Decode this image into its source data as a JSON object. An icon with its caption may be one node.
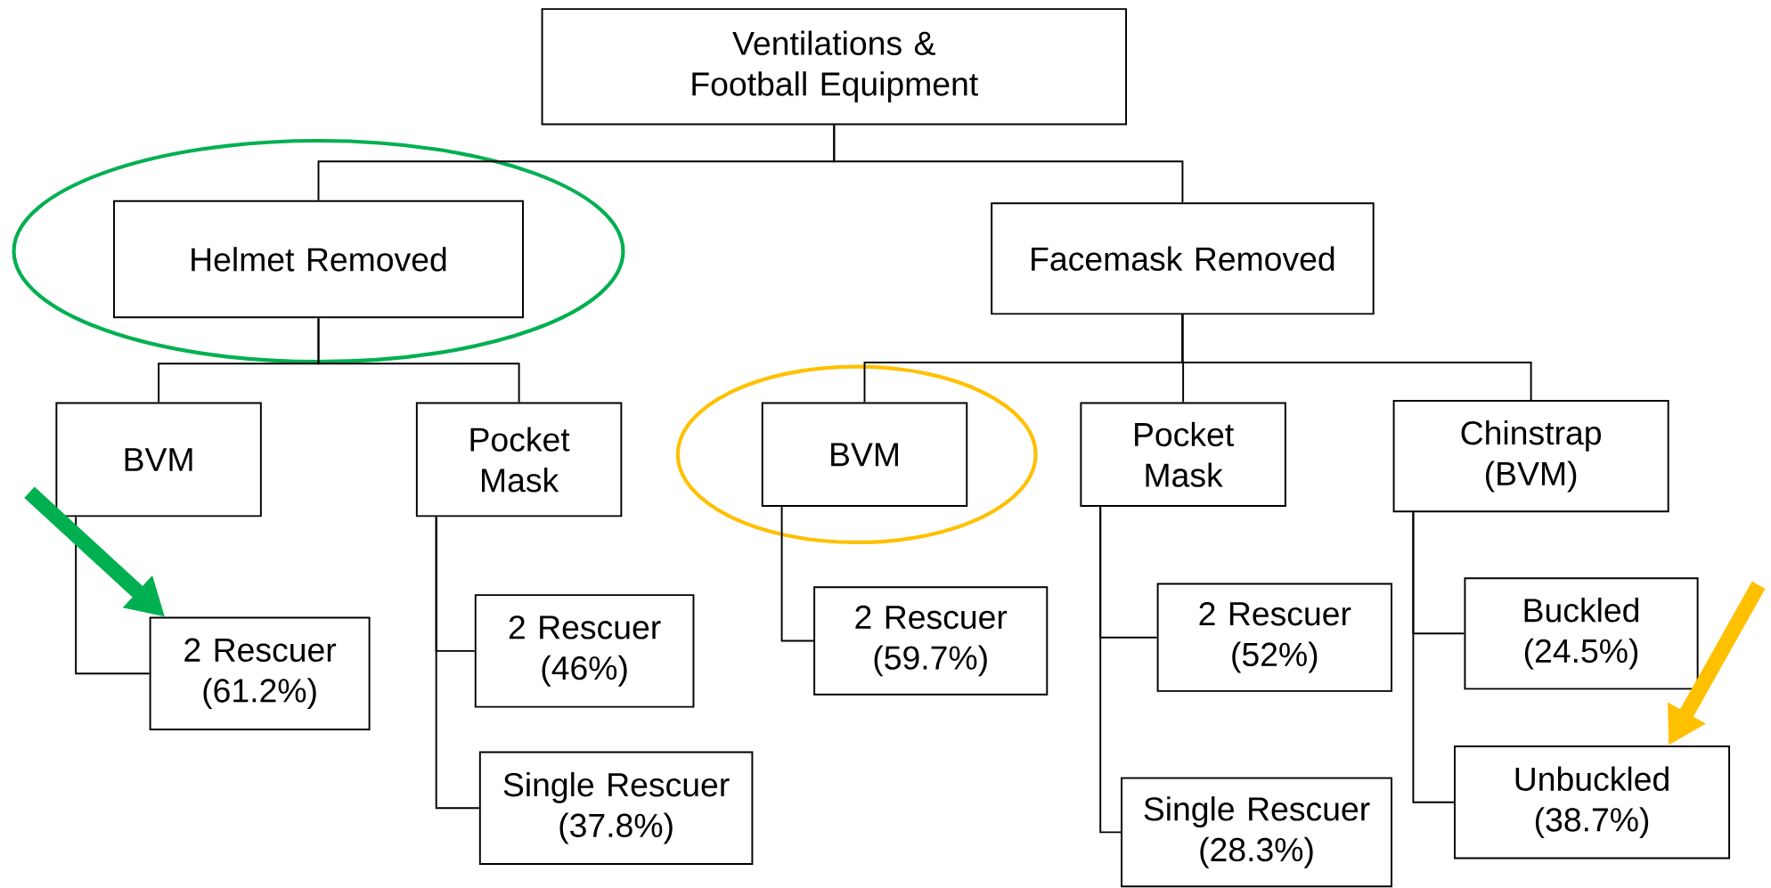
{
  "diagram": {
    "nodes": [
      {
        "text": [
          "Ventilations & Football Equipment"
        ]
      },
      {
        "text": [],
        "shape": "ellipse"
      },
      {
        "text": [
          "Helmet Removed"
        ],
        "in": 1
      },
      {
        "text": [
          "Facemask Removed"
        ]
      },
      {
        "text": [
          "BVM"
        ]
      },
      {
        "text": [
          "Pocket Mask"
        ]
      },
      {
        "text": [],
        "shape": "ellipse"
      },
      {
        "text": [
          "BVM"
        ],
        "in": 6
      },
      {
        "text": [
          "Pocket Mask"
        ]
      },
      {
        "text": [
          "Chinstrap (BVM)"
        ]
      },
      {
        "text": [
          "2 Rescuer (61.2%)"
        ]
      },
      {
        "text": [
          "2 Rescuer (46%)"
        ]
      },
      {
        "text": [
          "Single Rescuer (37.8%)"
        ]
      },
      {
        "text": [
          "2 Rescuer (59.7%)"
        ]
      },
      {
        "text": [
          "2 Rescuer (52%)"
        ]
      },
      {
        "text": [
          "Single Rescuer (28.3%)"
        ]
      },
      {
        "text": [
          "Buckled (24.5%)"
        ]
      },
      {
        "text": [
          "Unbuckled (38.7%)"
        ]
      }
    ],
    "edges": [
      {
        "from": 0,
        "to": 2,
        "arrow": "none"
      },
      {
        "from": 0,
        "to": 3,
        "arrow": "none"
      },
      {
        "from": 2,
        "to": 4,
        "arrow": "none"
      },
      {
        "from": 2,
        "to": 5,
        "arrow": "none"
      },
      {
        "from": 3,
        "to": 7,
        "arrow": "none"
      },
      {
        "from": 3,
        "to": 8,
        "arrow": "none"
      },
      {
        "from": 3,
        "to": 9,
        "arrow": "none"
      },
      {
        "from": 4,
        "to": 10,
        "arrow": "none"
      },
      {
        "from": 5,
        "to": 11,
        "arrow": "none"
      },
      {
        "from": 5,
        "to": 12,
        "arrow": "none"
      },
      {
        "from": 7,
        "to": 13,
        "arrow": "none"
      },
      {
        "from": 8,
        "to": 14,
        "arrow": "none"
      },
      {
        "from": 8,
        "to": 15,
        "arrow": "none"
      },
      {
        "from": 9,
        "to": 16,
        "arrow": "none"
      },
      {
        "from": 9,
        "to": 17,
        "arrow": "none"
      },
      {
        "from": null,
        "to": 10,
        "arrow": "to",
        "style": "thick",
        "color": "#00b050"
      },
      {
        "from": null,
        "to": 17,
        "arrow": "to",
        "style": "thick",
        "color": "#ffc000"
      }
    ]
  }
}
